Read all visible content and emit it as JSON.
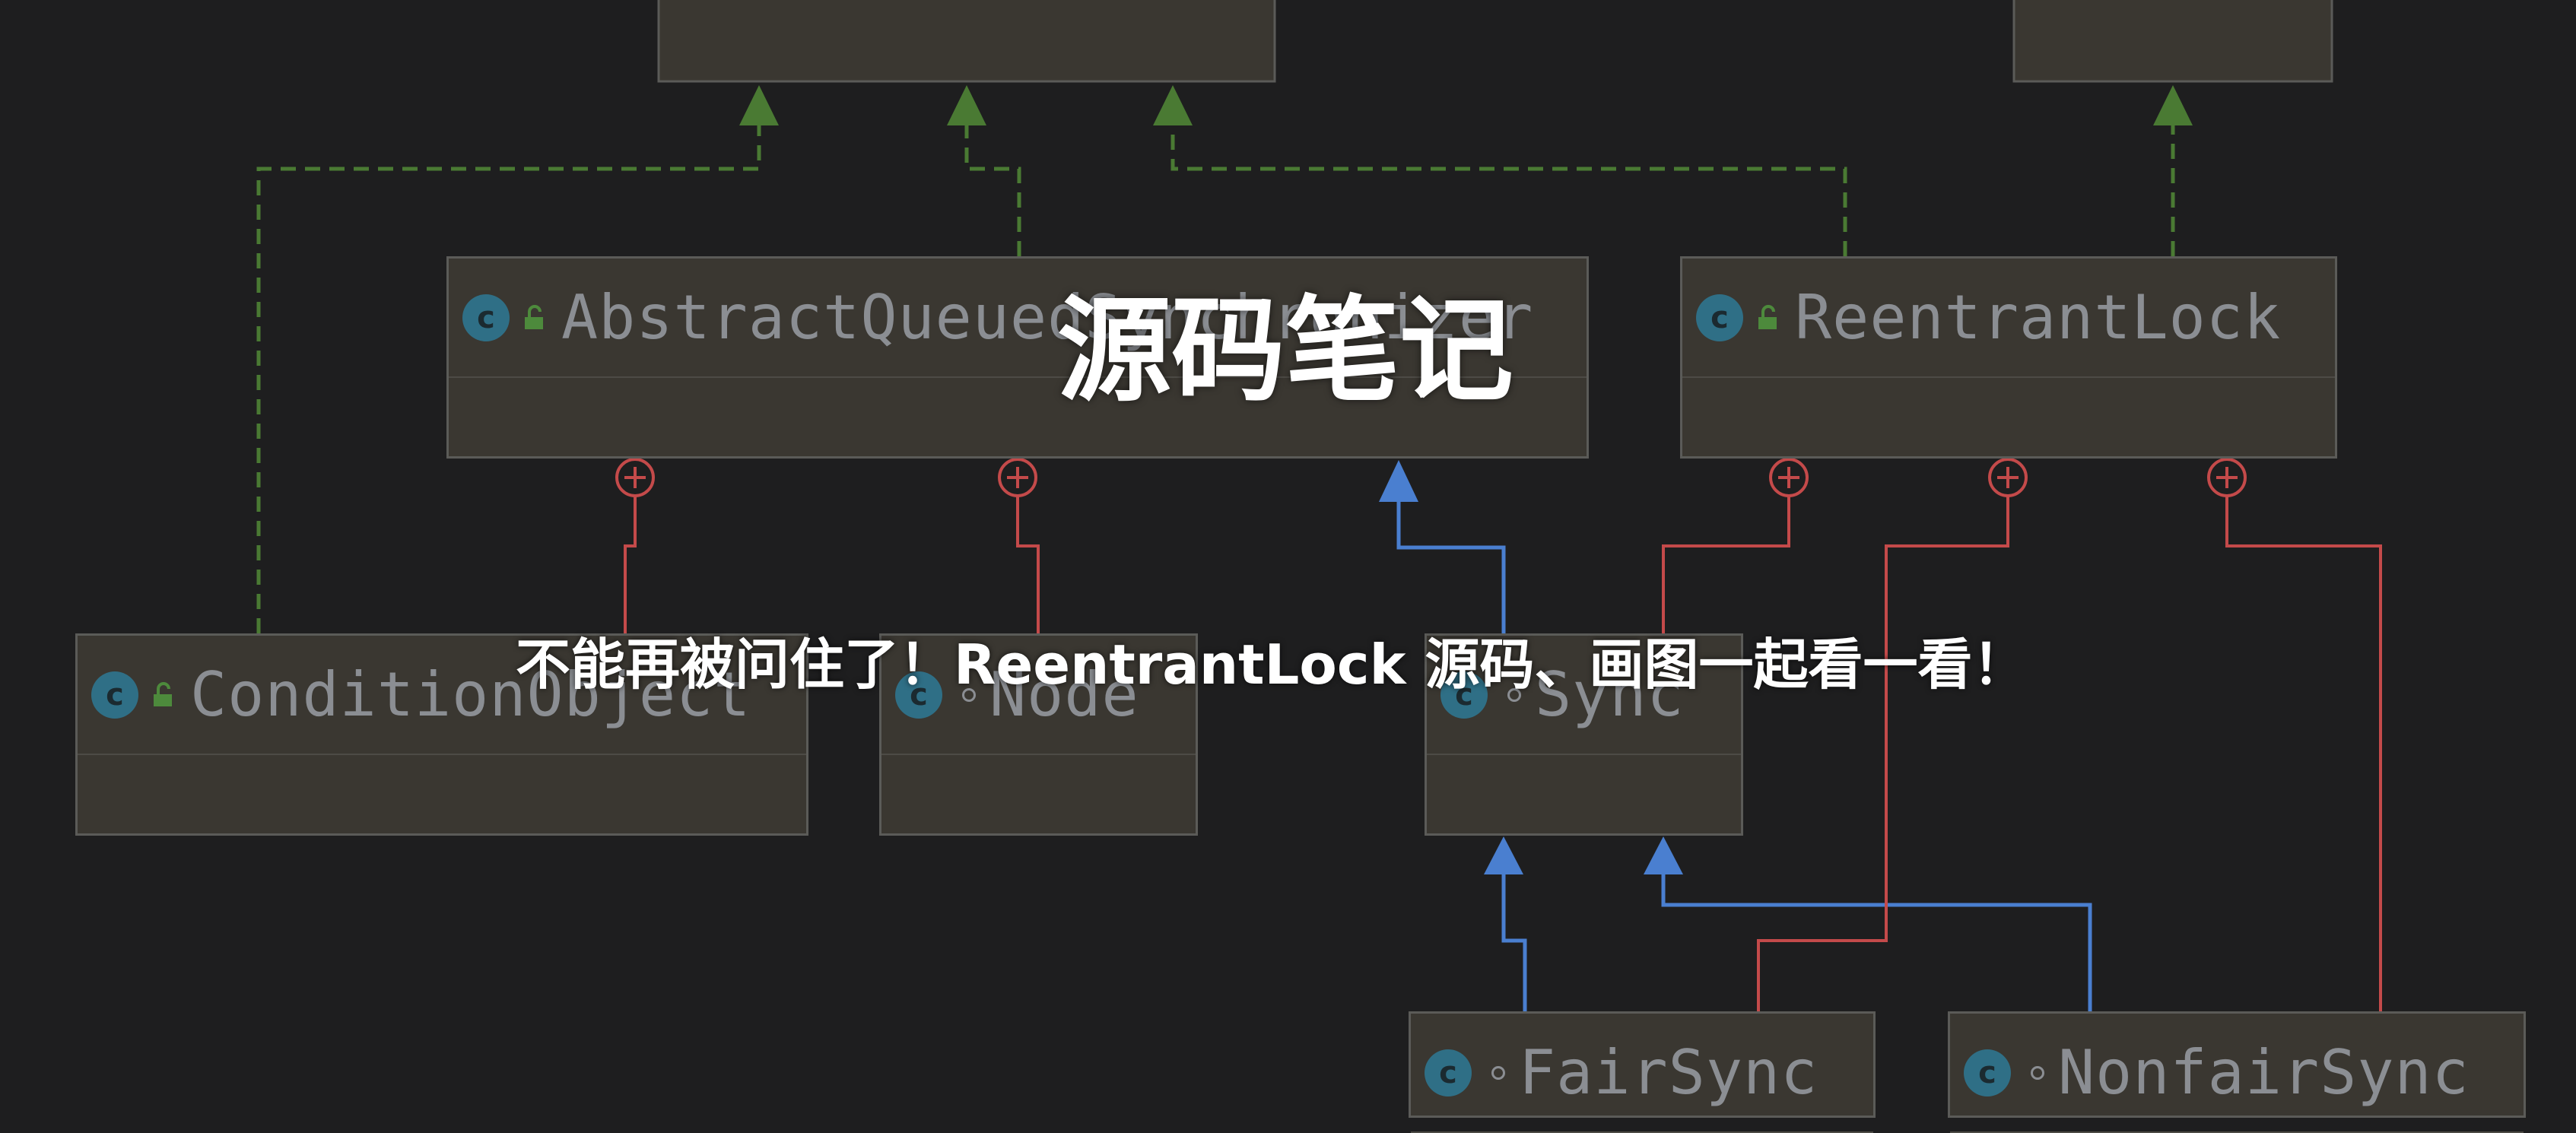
{
  "overlay": {
    "title": "源码笔记",
    "subtitle": "不能再被问住了！ReentrantLock 源码、画图一起看一看！"
  },
  "classes": {
    "aqs": {
      "name": "AbstractQueuedSynchronizer",
      "icon": "class-icon"
    },
    "reentrant_lock": {
      "name": "ReentrantLock",
      "icon": "class-icon"
    },
    "condition_object": {
      "name": "ConditionObject",
      "icon": "class-icon"
    },
    "node": {
      "name": "Node",
      "icon": "class-icon"
    },
    "sync": {
      "name": "Sync",
      "icon": "class-icon"
    },
    "fair_sync": {
      "name": "FairSync",
      "icon": "class-icon"
    },
    "nonfair_sync": {
      "name": "NonfairSync",
      "icon": "class-icon"
    }
  },
  "colors": {
    "background": "#1e1e1f",
    "box_fill": "#3a3731",
    "box_border": "#5b5b58",
    "implements_edge": "#4a7a33",
    "extends_edge": "#4a7fd0",
    "inner_class_edge": "#c44a4a",
    "class_icon": "#2f6f86",
    "text": "#8b8e93"
  }
}
